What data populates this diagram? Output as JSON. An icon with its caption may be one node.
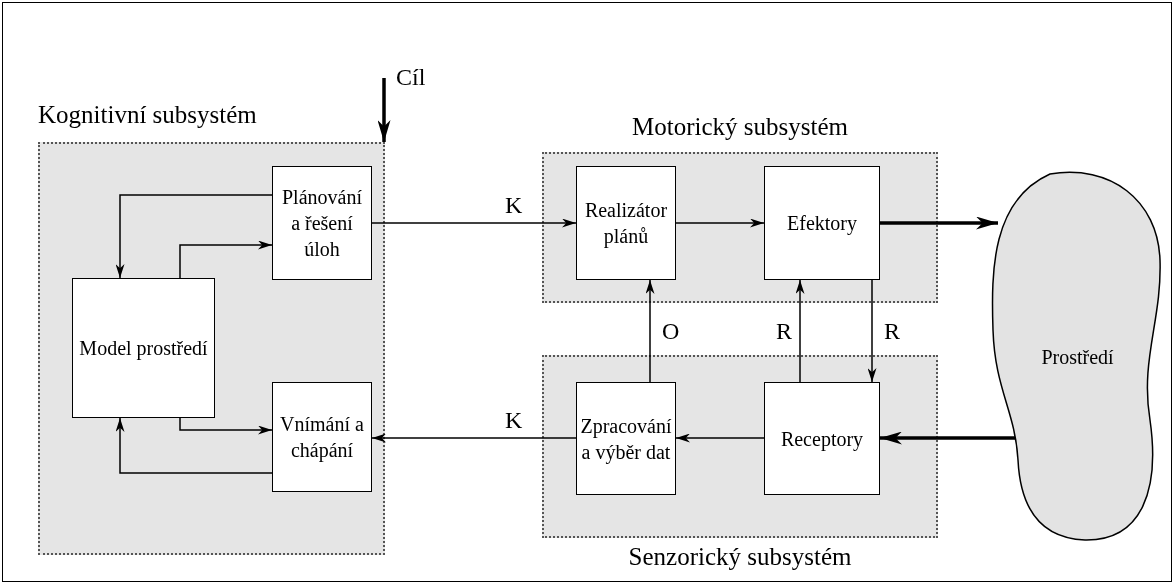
{
  "diagram": {
    "nodes": [
      {
        "text": [
          "Kognitivní subsystém"
        ]
      },
      {
        "text": [
          "Plánování a řešení úloh"
        ],
        "in": 0
      },
      {
        "text": [
          "Model prostředí"
        ],
        "in": 0
      },
      {
        "text": [
          "Vnímání a chápání"
        ],
        "in": 0
      },
      {
        "text": [
          "Motorický subsystém"
        ]
      },
      {
        "text": [
          "Realizátor plánů"
        ],
        "in": 4
      },
      {
        "text": [
          "Efektory"
        ],
        "in": 4
      },
      {
        "text": [
          "Senzorický subsystém"
        ]
      },
      {
        "text": [
          "Zpracování a výběr dat"
        ],
        "in": 7
      },
      {
        "text": [
          "Receptory"
        ],
        "in": 7
      },
      {
        "text": [
          "Prostředí"
        ]
      }
    ],
    "edges": [
      {
        "from": null,
        "to": 0,
        "arrow": "to",
        "label": "Cíl",
        "style": "thick"
      },
      {
        "from": 1,
        "to": 2,
        "arrow": "to"
      },
      {
        "from": 2,
        "to": 1,
        "arrow": "to"
      },
      {
        "from": 2,
        "to": 3,
        "arrow": "to"
      },
      {
        "from": 3,
        "to": 2,
        "arrow": "to"
      },
      {
        "from": 1,
        "to": 5,
        "arrow": "to",
        "label": "K"
      },
      {
        "from": 5,
        "to": 6,
        "arrow": "to"
      },
      {
        "from": 6,
        "to": 10,
        "arrow": "to",
        "style": "thick"
      },
      {
        "from": 6,
        "to": 9,
        "arrow": "to",
        "label": "R"
      },
      {
        "from": 9,
        "to": 6,
        "arrow": "to",
        "label": "R"
      },
      {
        "from": 8,
        "to": 5,
        "arrow": "to",
        "label": "O"
      },
      {
        "from": 9,
        "to": 8,
        "arrow": "to"
      },
      {
        "from": 10,
        "to": 9,
        "arrow": "to",
        "style": "thick"
      },
      {
        "from": 8,
        "to": 3,
        "arrow": "to",
        "label": "K"
      }
    ]
  }
}
